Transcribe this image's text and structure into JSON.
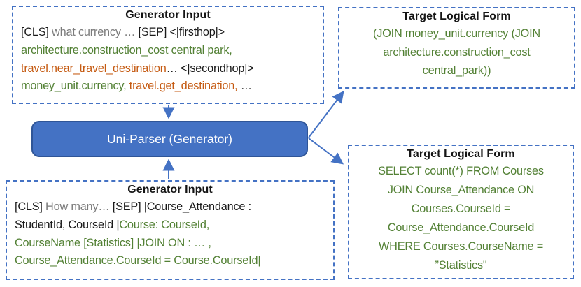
{
  "colors": {
    "black": "#1a1a1a",
    "gray": "#7b7b7b",
    "green": "#538135",
    "orange": "#c55a11",
    "accent_blue": "#4472c4",
    "parser_fill": "#4472c4",
    "parser_border": "#2f5597",
    "parser_text": "#ffffff"
  },
  "parser": {
    "label": "Uni-Parser (Generator)"
  },
  "boxes": {
    "generator_input_1": {
      "title": "Generator Input",
      "lines": [
        {
          "segments": [
            {
              "text": "[CLS] ",
              "color": "black"
            },
            {
              "text": "what currency … ",
              "color": "gray"
            },
            {
              "text": "[SEP] <|firsthop|>",
              "color": "black"
            }
          ]
        },
        {
          "segments": [
            {
              "text": "architecture.construction_cost central park,",
              "color": "green"
            }
          ]
        },
        {
          "segments": [
            {
              "text": "travel.near_travel_destination",
              "color": "orange"
            },
            {
              "text": "… <|secondhop|>",
              "color": "black"
            }
          ]
        },
        {
          "segments": [
            {
              "text": "money_unit.currency, ",
              "color": "green"
            },
            {
              "text": "travel.get_destination, ",
              "color": "orange"
            },
            {
              "text": "…",
              "color": "black"
            }
          ]
        }
      ]
    },
    "target_logical_form_1": {
      "title": "Target Logical Form",
      "lines": [
        "(JOIN money_unit.currency (JOIN",
        "architecture.construction_cost",
        "central_park))"
      ]
    },
    "generator_input_2": {
      "title": "Generator Input",
      "lines": [
        {
          "segments": [
            {
              "text": "[CLS] ",
              "color": "black"
            },
            {
              "text": "How many… ",
              "color": "gray"
            },
            {
              "text": "[SEP] |Course_Attendance :",
              "color": "black"
            }
          ]
        },
        {
          "segments": [
            {
              "text": "StudentId, CourseId |",
              "color": "black"
            },
            {
              "text": "Course: CourseId,",
              "color": "green"
            }
          ]
        },
        {
          "segments": [
            {
              "text": "CourseName [Statistics] |JOIN ON : … ,",
              "color": "green"
            }
          ]
        },
        {
          "segments": [
            {
              "text": "Course_Attendance.CourseId = Course.CourseId|",
              "color": "green"
            }
          ]
        }
      ]
    },
    "target_logical_form_2": {
      "title": "Target Logical Form",
      "lines": [
        "SELECT count(*) FROM Courses",
        "JOIN Course_Attendance ON",
        "Courses.CourseId =",
        "Course_Attendance.CourseId",
        "WHERE Courses.CourseName =",
        "”Statistics\""
      ]
    }
  }
}
